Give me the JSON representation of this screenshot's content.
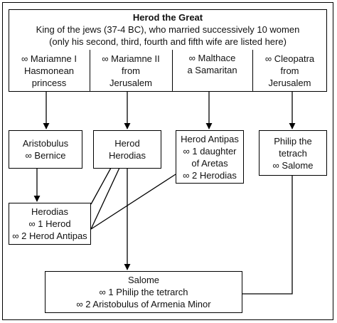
{
  "header": {
    "title": "Herod the Great",
    "line1": "King of the jews (37-4 BC), who married successively 10 women",
    "line2": "(only his second, third, fourth and fifth wife are listed here)"
  },
  "wives": [
    {
      "line1": "∞ Mariamne I",
      "line2": "Hasmonean",
      "line3": "princess"
    },
    {
      "line1": "∞ Mariamne II",
      "line2": "from",
      "line3": "Jerusalem"
    },
    {
      "line1": "∞ Malthace",
      "line2": "a Samaritan"
    },
    {
      "line1": "∞ Cleopatra",
      "line2": "from",
      "line3": "Jerusalem"
    }
  ],
  "children": [
    {
      "line1": "Aristobulus",
      "line2": "∞ Bernice"
    },
    {
      "line1": "Herod",
      "line2": "Herodias"
    },
    {
      "line1": "Herod Antipas",
      "line2": "∞ 1 daughter",
      "line3": "of Aretas",
      "line4": "∞ 2 Herodias"
    },
    {
      "line1": "Philip the",
      "line2": "tetrach",
      "line3": "∞ Salome"
    }
  ],
  "herodias": {
    "line1": "Herodias",
    "line2": "∞ 1 Herod",
    "line3": "∞ 2 Herod Antipas"
  },
  "salome": {
    "line1": "Salome",
    "line2": "∞ 1 Philip the tetrarch",
    "line3": "∞ 2 Aristobulus of Armenia Minor"
  }
}
